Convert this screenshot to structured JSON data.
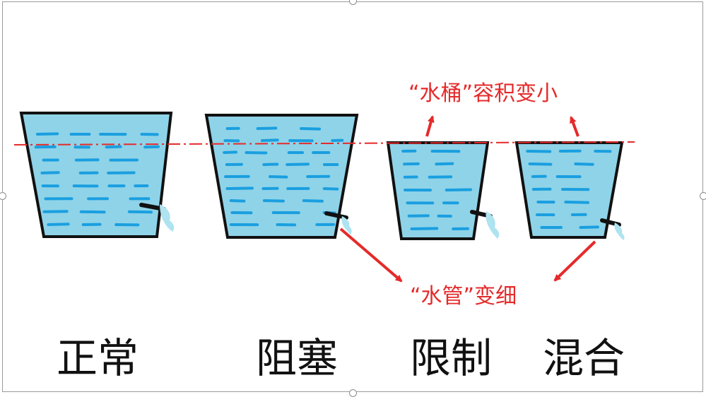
{
  "labels": {
    "normal": "正常",
    "blocked": "阻塞",
    "limited": "限制",
    "mixed": "混合"
  },
  "annotations": {
    "bucket_smaller": "“水桶”容积变小",
    "pipe_thinner": "“水管”变细"
  },
  "colors": {
    "water": "#8fd3e8",
    "dash": "#1a9fe0",
    "outline": "#111111",
    "annotation": "#e52a2a",
    "stream": "#aee3f0"
  }
}
